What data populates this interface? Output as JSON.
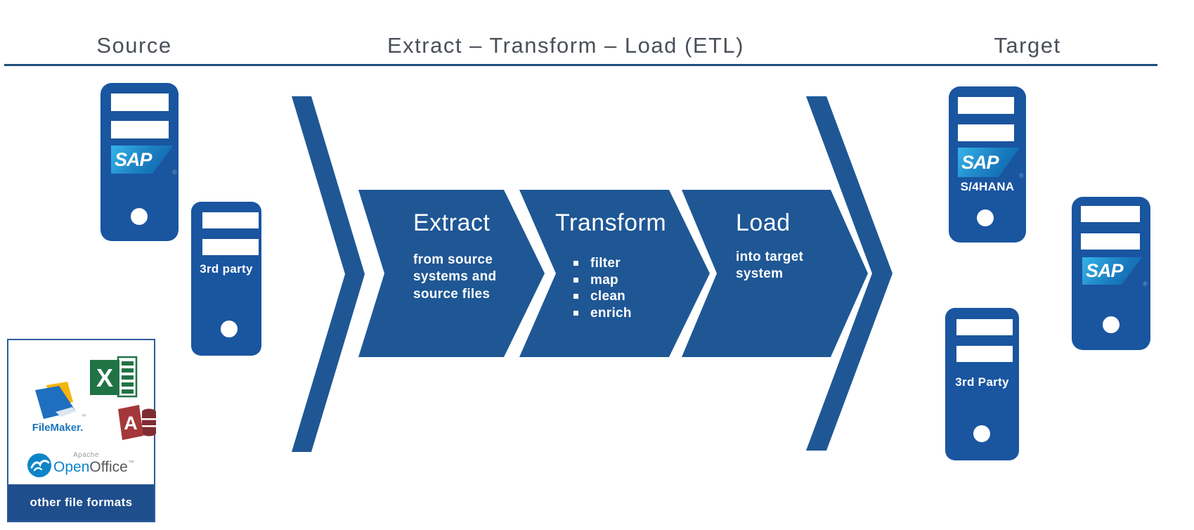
{
  "header": {
    "source": "Source",
    "etl": "Extract – Transform – Load (ETL)",
    "target": "Target"
  },
  "steps": {
    "extract": {
      "title": "Extract",
      "body_lines": [
        "from source",
        "systems and",
        "source files"
      ]
    },
    "transform": {
      "title": "Transform",
      "bullets": [
        "filter",
        "map",
        "clean",
        "enrich"
      ]
    },
    "load": {
      "title": "Load",
      "body_lines": [
        "into target",
        "system"
      ]
    }
  },
  "source_side": {
    "sap_logo": "SAP",
    "registered_mark": "®",
    "third_party_label": "3rd party",
    "file_box": {
      "excel_letter": "X",
      "access_letter": "A",
      "filemaker_label": "FileMaker.",
      "filemaker_tm": "™",
      "apache_label": "Apache",
      "openoffice_open": "Open",
      "openoffice_office": "Office",
      "openoffice_tm": "™",
      "caption": "other file formats"
    }
  },
  "target_side": {
    "s4hana_label": "S/4HANA",
    "third_party_label": "3rd Party",
    "sap_logo": "SAP"
  },
  "colors": {
    "chevron_blue": "#1F5795",
    "tower_blue": "#1A55A0",
    "box_bar_blue": "#1F4E8C",
    "header_rule_blue": "#1F4E79",
    "header_text_gray": "#4A5059",
    "sap_gradient_light": "#35B4E9",
    "sap_gradient_dark": "#0D5EA7",
    "excel_green": "#217346",
    "access_red": "#A4373A",
    "access_cylinder": "#7F2C33",
    "openoffice_blue": "#0C85C8",
    "filemaker_blue": "#1B75BB",
    "filemaker_yellow": "#F6B40A"
  }
}
